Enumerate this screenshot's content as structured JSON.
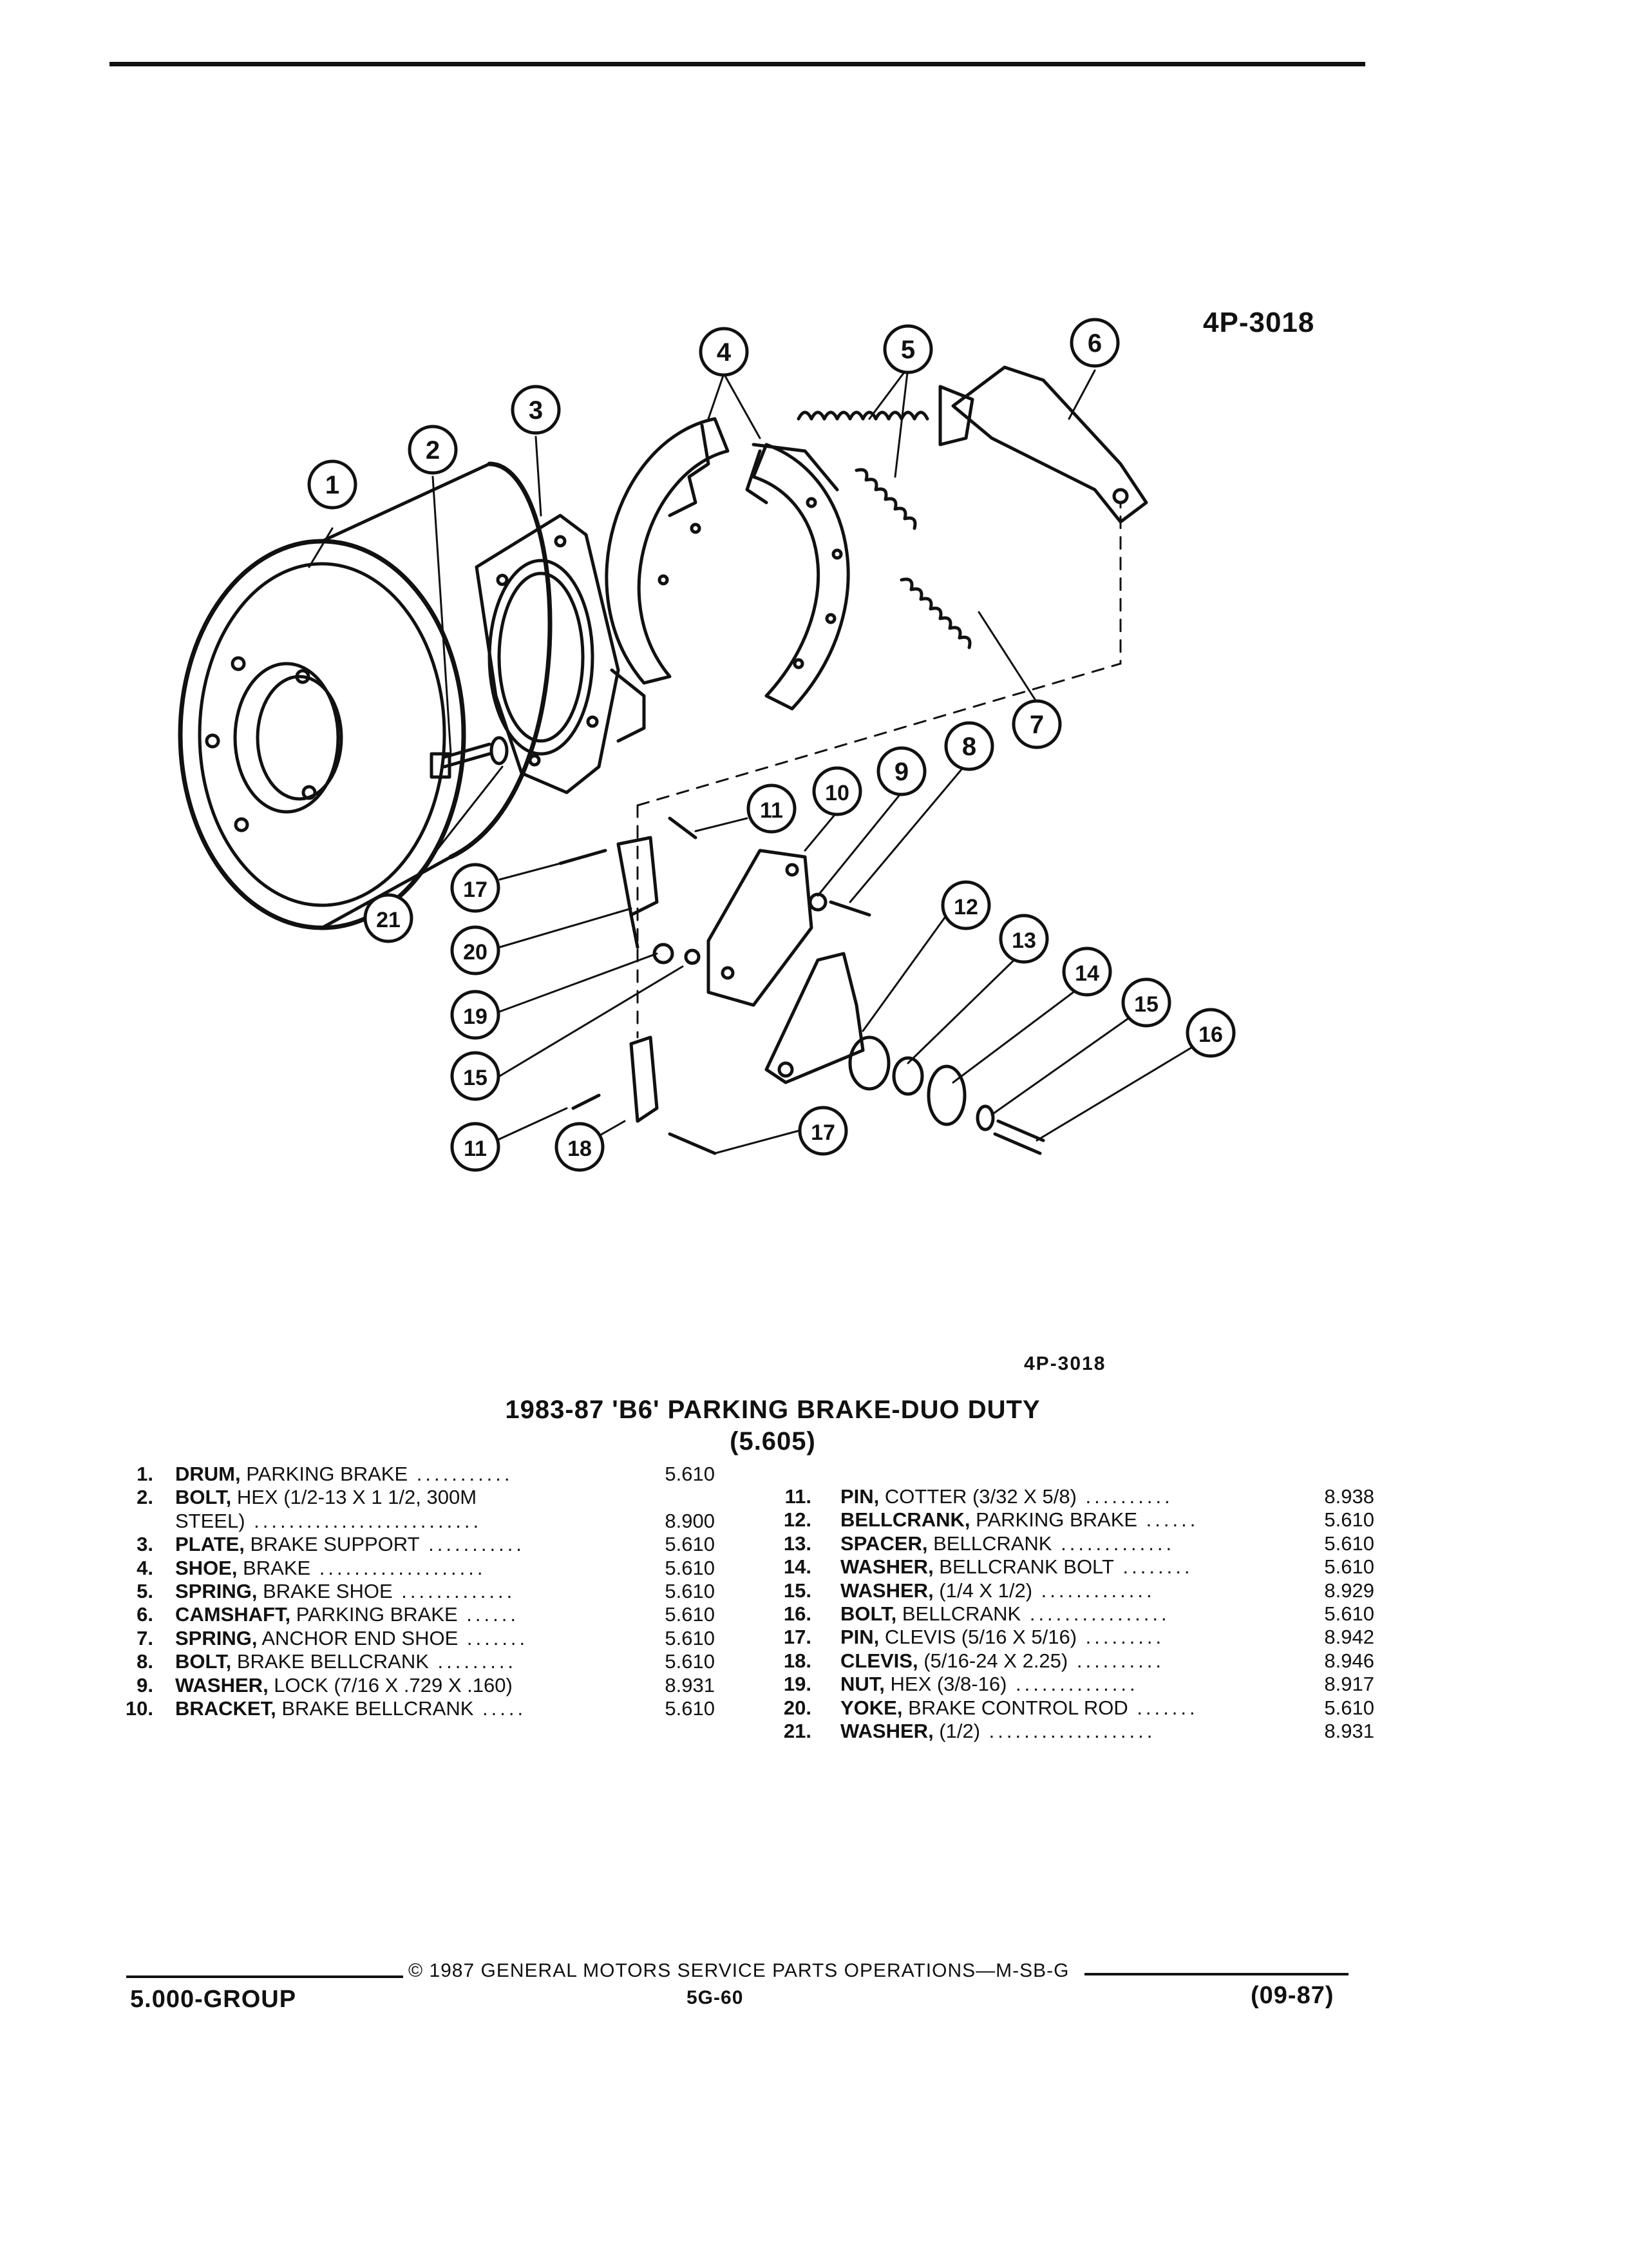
{
  "figure": {
    "code_top": "4P-3018",
    "code_bottom": "4P-3018"
  },
  "callouts": [
    "1",
    "2",
    "3",
    "4",
    "5",
    "6",
    "7",
    "8",
    "9",
    "10",
    "11",
    "11",
    "12",
    "13",
    "14",
    "15",
    "15",
    "16",
    "17",
    "17",
    "18",
    "19",
    "20",
    "21"
  ],
  "title": {
    "line1": "1983-87 'B6' PARKING BRAKE-DUO DUTY",
    "line2": "(5.605)"
  },
  "parts_left": [
    {
      "num": "1.",
      "name": "DRUM,",
      "desc": " PARKING BRAKE",
      "dots": " ...........",
      "group": "5.610"
    },
    {
      "num": "2.",
      "name": "BOLT,",
      "desc": " HEX (1/2-13 X 1 1/2, 300M",
      "dots": "",
      "group": ""
    },
    {
      "num": "",
      "name": "",
      "desc": "STEEL)",
      "dots": " ..........................",
      "group": "8.900"
    },
    {
      "num": "3.",
      "name": "PLATE,",
      "desc": " BRAKE SUPPORT",
      "dots": " ...........",
      "group": "5.610"
    },
    {
      "num": "4.",
      "name": "SHOE,",
      "desc": " BRAKE",
      "dots": " ...................",
      "group": "5.610"
    },
    {
      "num": "5.",
      "name": "SPRING,",
      "desc": " BRAKE SHOE",
      "dots": " .............",
      "group": "5.610"
    },
    {
      "num": "6.",
      "name": "CAMSHAFT,",
      "desc": " PARKING BRAKE",
      "dots": " ......",
      "group": "5.610"
    },
    {
      "num": "7.",
      "name": "SPRING,",
      "desc": " ANCHOR END SHOE",
      "dots": " .......",
      "group": "5.610"
    },
    {
      "num": "8.",
      "name": "BOLT,",
      "desc": " BRAKE BELLCRANK",
      "dots": " .........",
      "group": "5.610"
    },
    {
      "num": "9.",
      "name": "WASHER,",
      "desc": " LOCK (7/16 X .729 X .160)",
      "dots": "",
      "group": "8.931"
    },
    {
      "num": "10.",
      "name": "BRACKET,",
      "desc": " BRAKE BELLCRANK",
      "dots": " .....",
      "group": "5.610"
    }
  ],
  "parts_right": [
    {
      "num": "11.",
      "name": "PIN,",
      "desc": " COTTER (3/32 X 5/8)",
      "dots": " ..........",
      "group": "8.938"
    },
    {
      "num": "12.",
      "name": "BELLCRANK,",
      "desc": " PARKING BRAKE",
      "dots": " ......",
      "group": "5.610"
    },
    {
      "num": "13.",
      "name": "SPACER,",
      "desc": " BELLCRANK",
      "dots": " .............",
      "group": "5.610"
    },
    {
      "num": "14.",
      "name": "WASHER,",
      "desc": " BELLCRANK BOLT",
      "dots": " ........",
      "group": "5.610"
    },
    {
      "num": "15.",
      "name": "WASHER,",
      "desc": " (1/4 X 1/2)",
      "dots": " .............",
      "group": "8.929"
    },
    {
      "num": "16.",
      "name": "BOLT,",
      "desc": " BELLCRANK",
      "dots": " ................",
      "group": "5.610"
    },
    {
      "num": "17.",
      "name": "PIN,",
      "desc": " CLEVIS (5/16 X 5/16)",
      "dots": " .........",
      "group": "8.942"
    },
    {
      "num": "18.",
      "name": "CLEVIS,",
      "desc": " (5/16-24 X 2.25)",
      "dots": " ..........",
      "group": "8.946"
    },
    {
      "num": "19.",
      "name": "NUT,",
      "desc": " HEX (3/8-16)",
      "dots": " ..............",
      "group": "8.917"
    },
    {
      "num": "20.",
      "name": "YOKE,",
      "desc": " BRAKE CONTROL ROD",
      "dots": " .......",
      "group": "5.610"
    },
    {
      "num": "21.",
      "name": "WASHER,",
      "desc": " (1/2)",
      "dots": " ...................",
      "group": "8.931"
    }
  ],
  "footer": {
    "copyright": "© 1987 GENERAL MOTORS SERVICE PARTS OPERATIONS—M-SB-G",
    "group": "5.000-GROUP",
    "page": "5G-60",
    "date": "(09-87)"
  }
}
